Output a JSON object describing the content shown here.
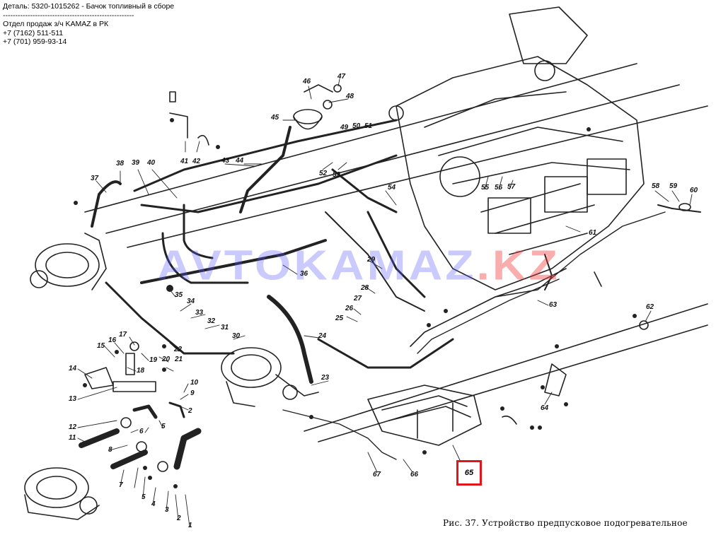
{
  "header": {
    "part_line": "Деталь: 5320-1015262 - Бачок топливный в сборе",
    "separator": "-----------------------------------------------------",
    "dept": "Отдел продаж з/ч KAMAZ в РК",
    "phone1": "+7 (7162) 511-511",
    "phone2": "+7 (701) 959-93-14"
  },
  "watermark": {
    "main": "AVTOKAMAZ",
    "tail": ".KZ"
  },
  "caption": "Рис. 37. Устройство предпусковое подогревательное",
  "highlight": {
    "label": "65",
    "color": "#e0161b"
  },
  "callouts": [
    {
      "id": "c1",
      "text": "1"
    },
    {
      "id": "c2",
      "text": "2"
    },
    {
      "id": "c2b",
      "text": "2"
    },
    {
      "id": "c3",
      "text": "3"
    },
    {
      "id": "c4",
      "text": "4"
    },
    {
      "id": "c5",
      "text": "5"
    },
    {
      "id": "c5b",
      "text": "5"
    },
    {
      "id": "c6",
      "text": "6"
    },
    {
      "id": "c7",
      "text": "7"
    },
    {
      "id": "c8",
      "text": "8"
    },
    {
      "id": "c9",
      "text": "9"
    },
    {
      "id": "c10",
      "text": "10"
    },
    {
      "id": "c11",
      "text": "11"
    },
    {
      "id": "c12",
      "text": "12"
    },
    {
      "id": "c13",
      "text": "13"
    },
    {
      "id": "c14",
      "text": "14"
    },
    {
      "id": "c15",
      "text": "15"
    },
    {
      "id": "c16",
      "text": "16"
    },
    {
      "id": "c17",
      "text": "17"
    },
    {
      "id": "c18",
      "text": "18"
    },
    {
      "id": "c19",
      "text": "19"
    },
    {
      "id": "c20",
      "text": "20"
    },
    {
      "id": "c21",
      "text": "21"
    },
    {
      "id": "c22",
      "text": "22"
    },
    {
      "id": "c23",
      "text": "23"
    },
    {
      "id": "c24",
      "text": "24"
    },
    {
      "id": "c25",
      "text": "25"
    },
    {
      "id": "c26",
      "text": "26"
    },
    {
      "id": "c27",
      "text": "27"
    },
    {
      "id": "c28",
      "text": "28"
    },
    {
      "id": "c29",
      "text": "29"
    },
    {
      "id": "c30",
      "text": "30"
    },
    {
      "id": "c31",
      "text": "31"
    },
    {
      "id": "c32",
      "text": "32"
    },
    {
      "id": "c33",
      "text": "33"
    },
    {
      "id": "c34",
      "text": "34"
    },
    {
      "id": "c35",
      "text": "35"
    },
    {
      "id": "c36",
      "text": "36"
    },
    {
      "id": "c37",
      "text": "37"
    },
    {
      "id": "c38",
      "text": "38"
    },
    {
      "id": "c39",
      "text": "39"
    },
    {
      "id": "c40",
      "text": "40"
    },
    {
      "id": "c41",
      "text": "41"
    },
    {
      "id": "c42",
      "text": "42"
    },
    {
      "id": "c43",
      "text": "43"
    },
    {
      "id": "c44",
      "text": "44"
    },
    {
      "id": "c45",
      "text": "45"
    },
    {
      "id": "c46",
      "text": "46"
    },
    {
      "id": "c47",
      "text": "47"
    },
    {
      "id": "c48",
      "text": "48"
    },
    {
      "id": "c49",
      "text": "49"
    },
    {
      "id": "c50",
      "text": "50"
    },
    {
      "id": "c51",
      "text": "51"
    },
    {
      "id": "c52",
      "text": "52"
    },
    {
      "id": "c53",
      "text": "53"
    },
    {
      "id": "c54",
      "text": "54"
    },
    {
      "id": "c55",
      "text": "55"
    },
    {
      "id": "c56",
      "text": "56"
    },
    {
      "id": "c57",
      "text": "57"
    },
    {
      "id": "c58",
      "text": "58"
    },
    {
      "id": "c59",
      "text": "59"
    },
    {
      "id": "c60",
      "text": "60"
    },
    {
      "id": "c61",
      "text": "61"
    },
    {
      "id": "c62",
      "text": "62"
    },
    {
      "id": "c63",
      "text": "63"
    },
    {
      "id": "c64",
      "text": "64"
    },
    {
      "id": "c66",
      "text": "66"
    },
    {
      "id": "c67",
      "text": "67"
    }
  ]
}
